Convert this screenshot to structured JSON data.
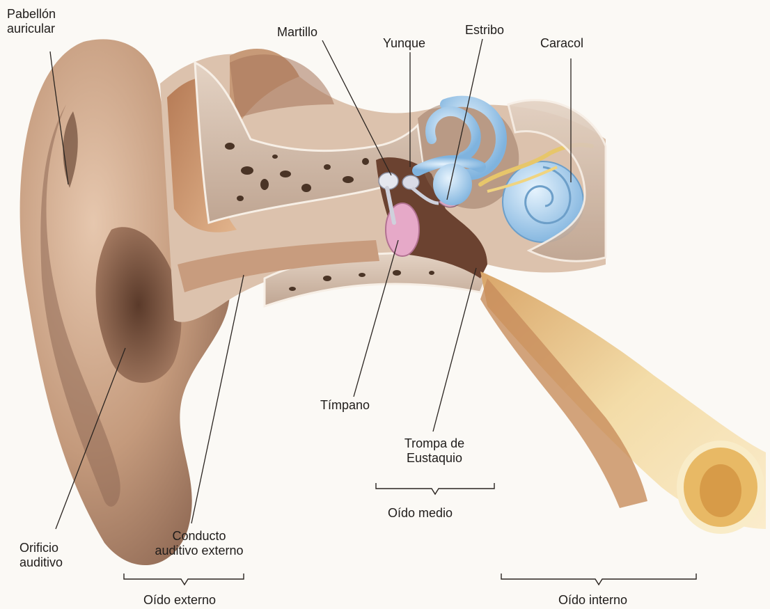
{
  "diagram": {
    "labels": {
      "pabellon": [
        "Pabellón",
        "auricular"
      ],
      "martillo": "Martillo",
      "yunque": "Yunque",
      "estribo": "Estribo",
      "caracol": "Caracol",
      "timpano": "Tímpano",
      "trompa": [
        "Trompa de",
        "Eustaquio"
      ],
      "orificio": [
        "Orificio",
        "auditivo"
      ],
      "conducto": [
        "Conducto",
        "auditivo externo"
      ]
    },
    "sections": {
      "externo": "Oído externo",
      "medio": "Oído medio",
      "interno": "Oído interno"
    }
  },
  "colors": {
    "skin": "#c9a083",
    "skin_shadow": "#7d5a45",
    "bone": "#d8c4b4",
    "muscle": "#e3b98a",
    "labyrinth": "#a9cfee",
    "eardrum": "#e6a9c8",
    "tube": "#f2dca0"
  }
}
